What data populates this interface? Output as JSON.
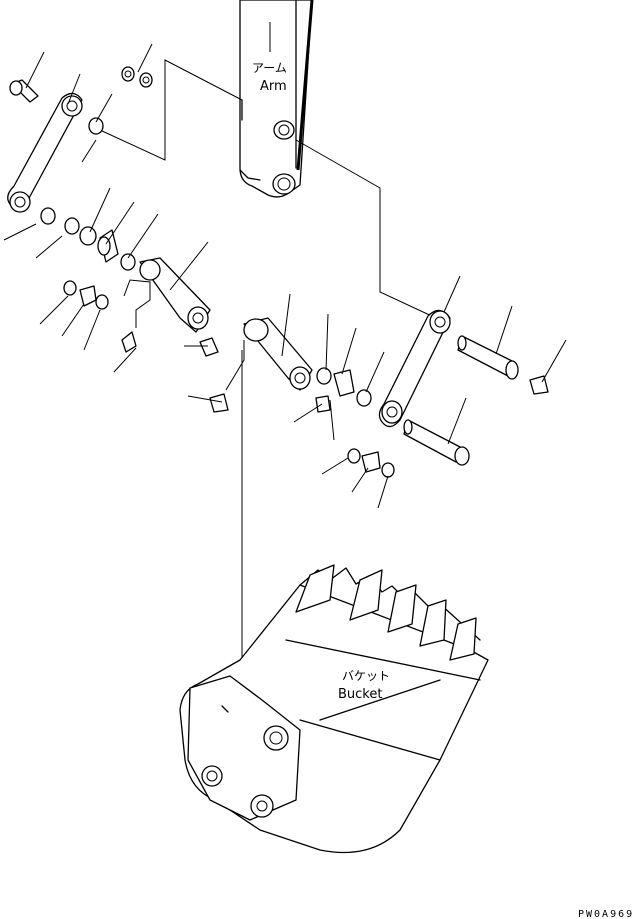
{
  "labels": {
    "arm_jp": "アーム",
    "arm_en": "Arm",
    "bucket_jp": "バケット",
    "bucket_en": "Bucket",
    "drawing_code": "PW0A969"
  }
}
